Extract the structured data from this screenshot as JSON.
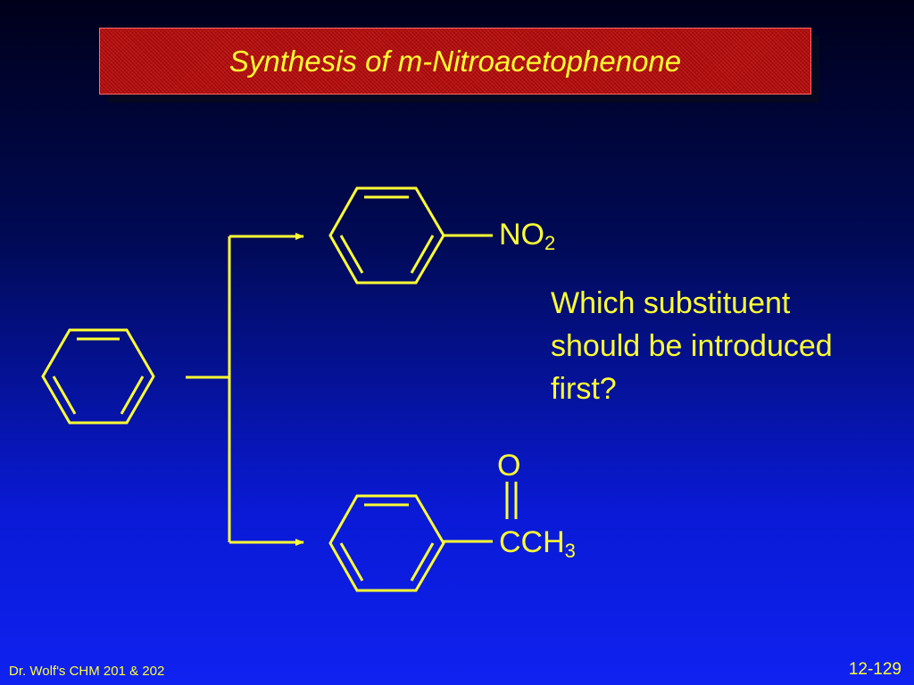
{
  "slide": {
    "title": "Synthesis of m-Nitroacetophenone",
    "question": "Which substituent should be introduced first?",
    "footer_left": "Dr. Wolf's CHM 201 & 202",
    "footer_right": "12-129"
  },
  "molecules": {
    "nitro_group": {
      "main": "NO",
      "subscript": "2"
    },
    "acetyl_group": {
      "carbonyl_oxygen": "O",
      "main": "CCH",
      "subscript": "3"
    }
  },
  "colors": {
    "foreground": "#ffff33",
    "title_box": "#b20d0d",
    "background": "#0a1ad6"
  }
}
